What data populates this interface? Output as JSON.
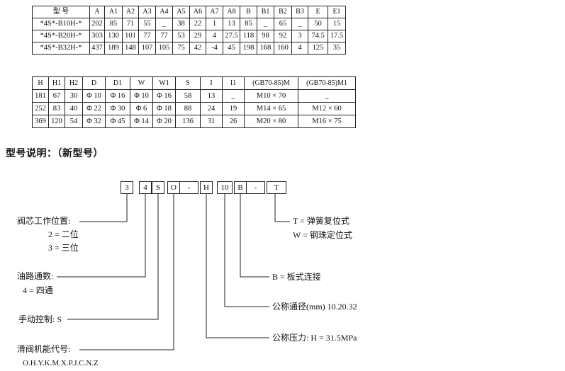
{
  "table1": {
    "headers": [
      "型 号",
      "A",
      "A1",
      "A2",
      "A3",
      "A4",
      "A5",
      "A6",
      "A7",
      "A8",
      "B",
      "B1",
      "B2",
      "B3",
      "E",
      "E1"
    ],
    "rows": [
      [
        "*4S*-B10H-*",
        "202",
        "85",
        "71",
        "55",
        "_",
        "38",
        "22",
        "1",
        "13",
        "85",
        "_",
        "65",
        "_",
        "50",
        "15"
      ],
      [
        "*4S*-B20H-*",
        "303",
        "130",
        "101",
        "77",
        "77",
        "53",
        "29",
        "4",
        "27.5",
        "118",
        "98",
        "92",
        "3",
        "74.5",
        "17.5"
      ],
      [
        "*4S*-B32H-*",
        "437",
        "189",
        "148",
        "107",
        "105",
        "75",
        "42",
        "-4",
        "45",
        "198",
        "168",
        "160",
        "4",
        "125",
        "35"
      ]
    ]
  },
  "table2": {
    "headers": [
      "H",
      "H1",
      "H2",
      "D",
      "D1",
      "W",
      "W1",
      "S",
      "I",
      "I1",
      "(GB70-85)M",
      "(GB70-85)M1"
    ],
    "rows": [
      [
        "181",
        "67",
        "30",
        "Φ 10",
        "Φ 16",
        "Φ 10",
        "Φ 16",
        "58",
        "13",
        "_",
        "M10 × 70",
        "_"
      ],
      [
        "252",
        "83",
        "40",
        "Φ 22",
        "Φ 30",
        "Φ 6",
        "Φ 18",
        "88",
        "24",
        "19",
        "M14 × 65",
        "M12 × 60"
      ],
      [
        "369",
        "120",
        "54",
        "Φ 32",
        "Φ 45",
        "Φ 14",
        "Φ 20",
        "136",
        "31",
        "26",
        "M20 × 80",
        "M16 × 75"
      ]
    ]
  },
  "section_title": "型号说明：（新型号）",
  "model_code": [
    "3",
    "4",
    "S",
    "O",
    "-",
    "H",
    "10",
    "B",
    "-",
    "T"
  ],
  "labels": {
    "valve_positions": "阀芯工作位置:",
    "pos_2": "2 = 二位",
    "pos_3": "3 = 三位",
    "ports": "油路通数:",
    "ports_4": "4 = 四通",
    "manual": "手动控制:  S",
    "slide_func": "滑阀机能代号:",
    "slide_codes": "O.H.Y.K.M.X.P.J.C.N.Z",
    "spring_return": "T = 弹簧复位式",
    "steel_ball": "W = 钢珠定位式",
    "plate": "B = 板式连接",
    "diameter": "公称通径(mm)   10.20.32",
    "pressure": "公称压力:  H = 31.5MPa"
  }
}
